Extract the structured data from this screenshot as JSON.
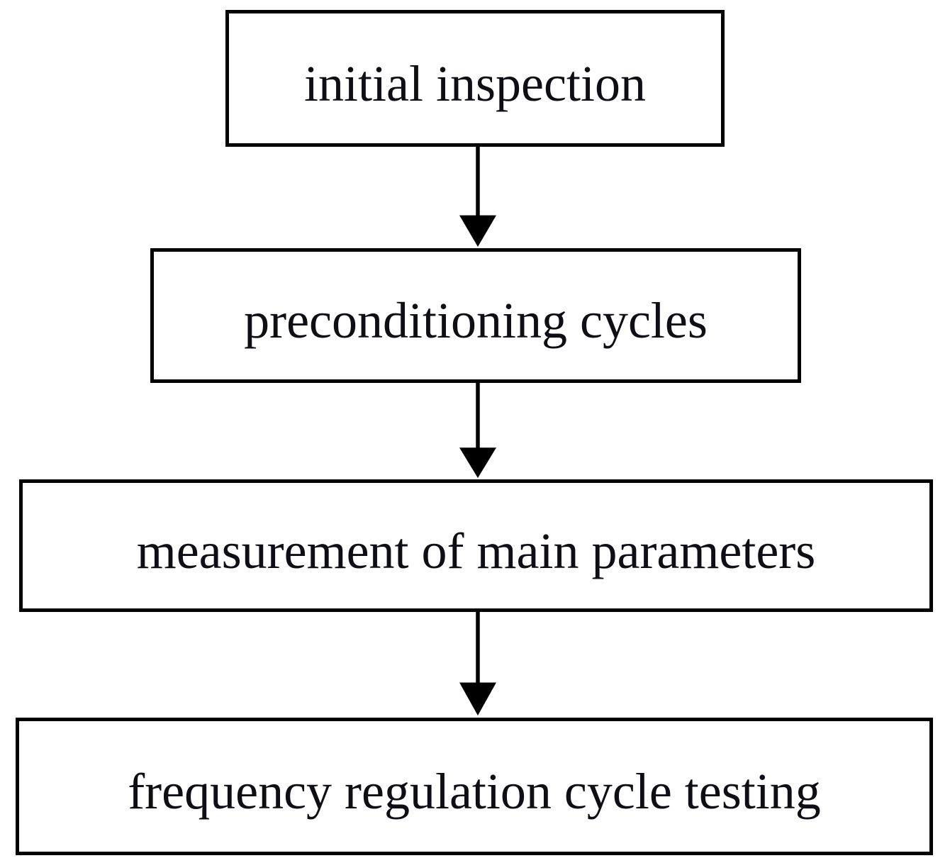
{
  "figure": {
    "type": "flowchart",
    "orientation": "top-down",
    "background_color": "#ffffff",
    "box_border_color": "#000000",
    "text_color": "#0e0e16",
    "arrow_color": "#000000",
    "steps": [
      {
        "label": "initial inspection"
      },
      {
        "label": "preconditioning cycles"
      },
      {
        "label": "measurement of main parameters"
      },
      {
        "label": "frequency regulation cycle testing"
      }
    ],
    "connections": [
      {
        "from": 0,
        "to": 1,
        "style": "arrow-down"
      },
      {
        "from": 1,
        "to": 2,
        "style": "arrow-down"
      },
      {
        "from": 2,
        "to": 3,
        "style": "arrow-down"
      }
    ]
  }
}
